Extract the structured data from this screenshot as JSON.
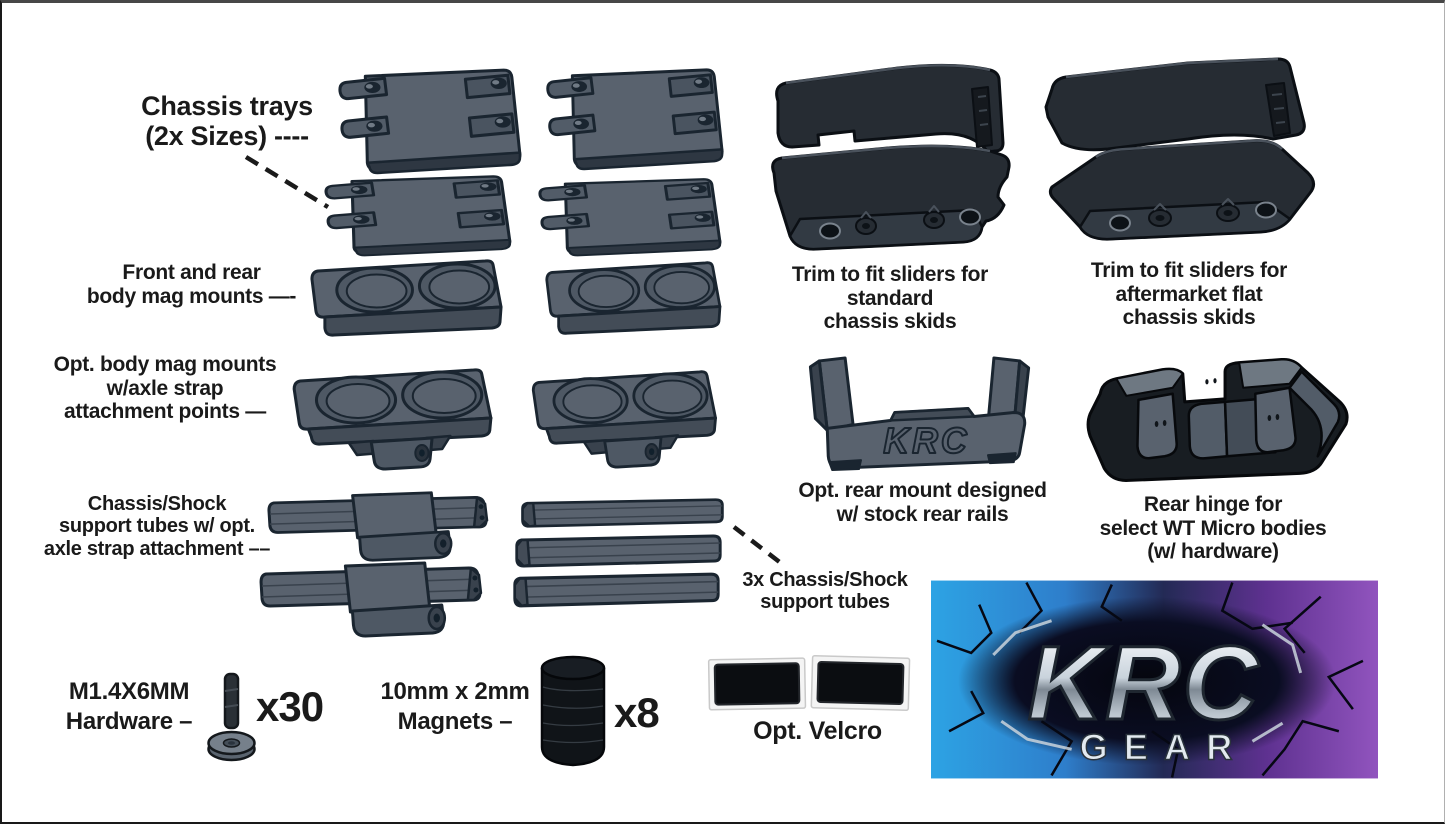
{
  "page": {
    "background": "#ffffff"
  },
  "colors": {
    "part_gray": "#59626E",
    "part_gray_dark": "#434C57",
    "part_outline": "#1A2530",
    "dark_part": "#262C33",
    "dark_outline": "#0B0F14",
    "label_text": "#1A1A1A",
    "logo_blue": "#2DA3E4",
    "logo_purple": "#9154BE",
    "logo_silver": "#C9D3DC"
  },
  "annotations": {
    "chassis_trays": {
      "label": "Chassis trays\n(2x Sizes)   ----"
    },
    "front_rear_mag_mounts": {
      "label": "Front and rear\nbody mag mounts  —-"
    },
    "opt_mag_mounts": {
      "label": "Opt. body mag mounts\nw/axle strap\nattachment points  —"
    },
    "support_tubes_opt": {
      "label": "Chassis/Shock\nsupport tubes w/ opt.\naxle strap attachment  ––"
    },
    "support_tubes_3x": {
      "label": "3x Chassis/Shock\nsupport tubes"
    },
    "slider_standard": {
      "label": "Trim to fit sliders for\nstandard\nchassis skids"
    },
    "slider_aftermarket": {
      "label": "Trim to fit sliders for\naftermarket flat\nchassis skids"
    },
    "rear_mount": {
      "label": "Opt. rear mount designed\nw/ stock rear rails",
      "emboss": "KRC"
    },
    "rear_hinge": {
      "label": "Rear hinge for\nselect WT Micro bodies\n(w/ hardware)"
    },
    "hardware": {
      "label": "M1.4X6MM\nHardware –",
      "count": "x30"
    },
    "magnets": {
      "label": "10mm x 2mm\nMagnets –",
      "count": "x8"
    },
    "velcro": {
      "label": "Opt. Velcro"
    }
  },
  "logo": {
    "brand": "KRC",
    "sub": "GEAR"
  }
}
